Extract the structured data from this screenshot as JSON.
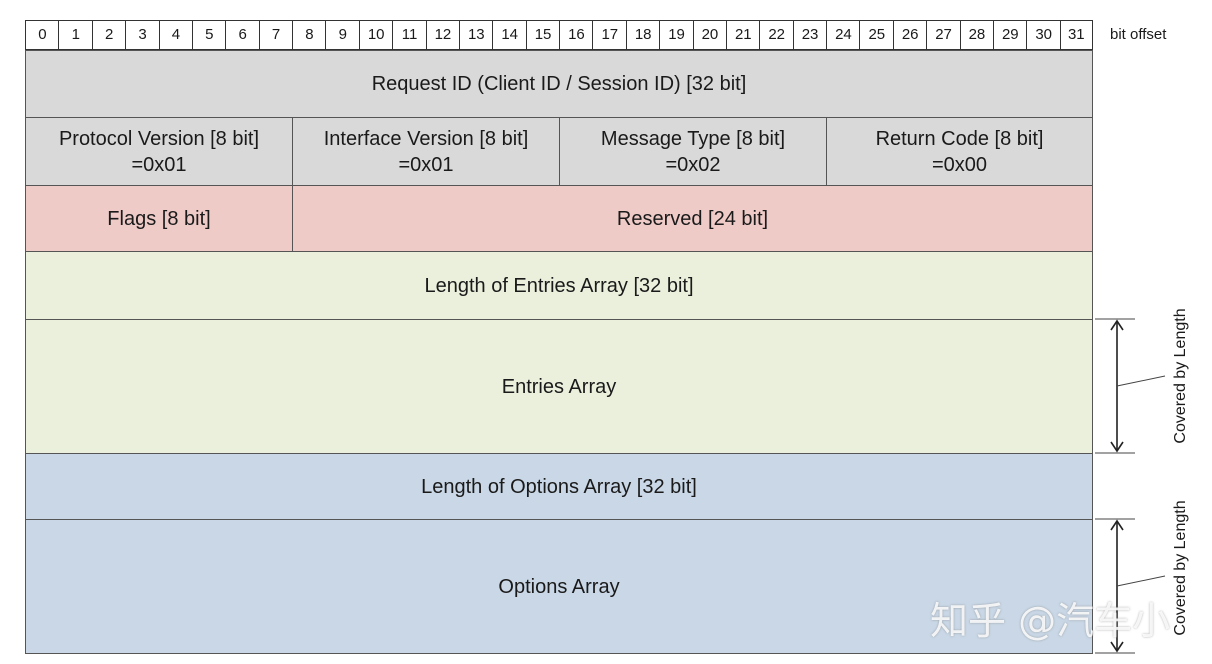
{
  "bit_offsets": [
    "0",
    "1",
    "2",
    "3",
    "4",
    "5",
    "6",
    "7",
    "8",
    "9",
    "10",
    "11",
    "12",
    "13",
    "14",
    "15",
    "16",
    "17",
    "18",
    "19",
    "20",
    "21",
    "22",
    "23",
    "24",
    "25",
    "26",
    "27",
    "28",
    "29",
    "30",
    "31"
  ],
  "bit_offset_label": "bit offset",
  "request_id": "Request ID (Client ID / Session ID) [32 bit]",
  "protocol_version": "Protocol Version [8 bit]\n=0x01",
  "interface_version": "Interface Version [8 bit]\n=0x01",
  "message_type": "Message Type [8 bit]\n=0x02",
  "return_code": "Return Code [8 bit]\n=0x00",
  "flags": "Flags [8 bit]",
  "reserved": "Reserved [24 bit]",
  "length_entries": "Length of Entries Array [32 bit]",
  "entries_array": "Entries Array",
  "length_options": "Length of Options Array [32 bit]",
  "options_array": "Options Array",
  "covered_by_length_1": "Covered by Length",
  "covered_by_length_2": "Covered by Length",
  "watermark": "知乎 @汽车小",
  "colors": {
    "header_gray": "#d9d9d9",
    "flags_pink": "#efcbc8",
    "entries_green": "#ebf0dd",
    "options_blue": "#c9d7e6"
  }
}
